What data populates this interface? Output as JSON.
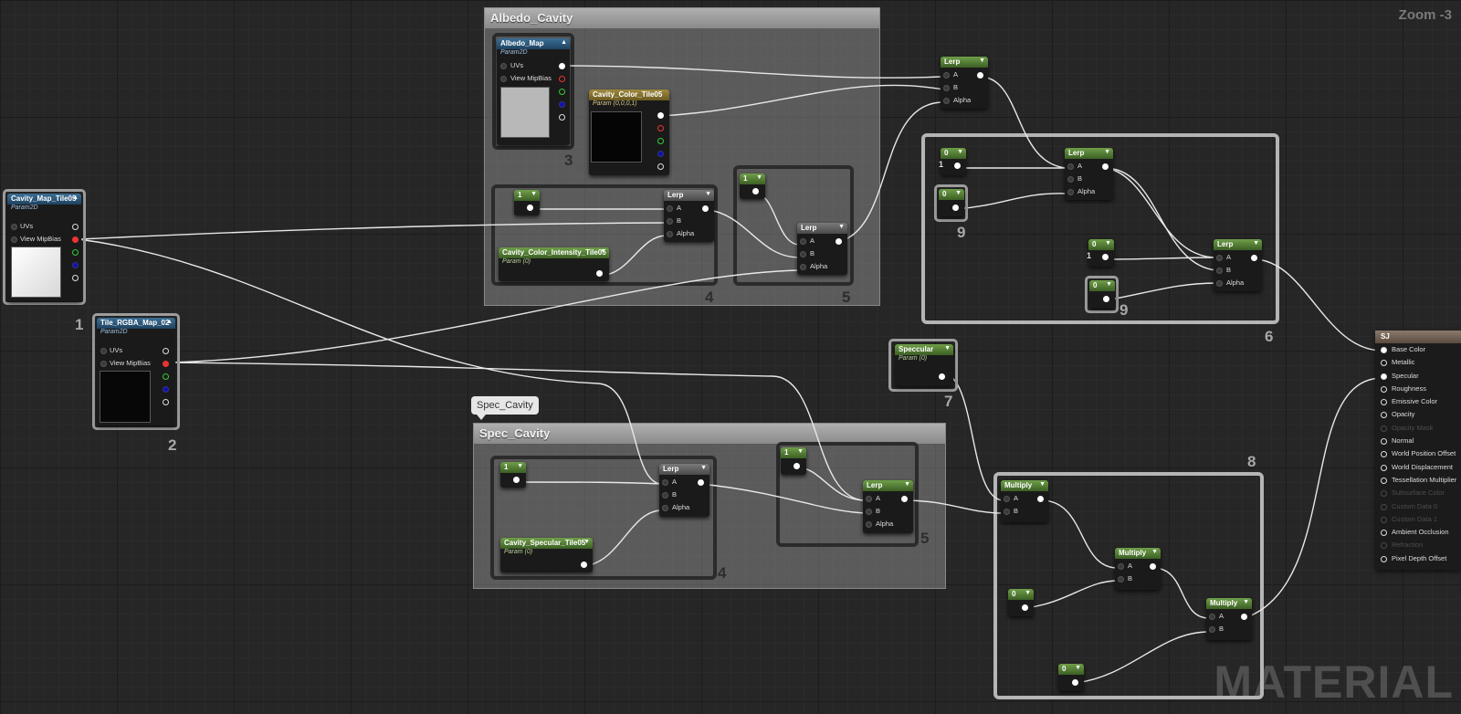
{
  "viewport": {
    "zoom_label": "Zoom -3",
    "watermark": "MATERIAL"
  },
  "comments": {
    "albedo": {
      "title": "Albedo_Cavity"
    },
    "spec": {
      "title": "Spec_Cavity",
      "bubble": "Spec_Cavity"
    }
  },
  "frame_labels": {
    "f1": "1",
    "f2": "2",
    "f3": "3",
    "f4a": "4",
    "f5a": "5",
    "f6": "6",
    "f7": "7",
    "f8": "8",
    "f9a": "9",
    "f9b": "9",
    "f4b": "4",
    "f5b": "5"
  },
  "pins": {
    "uvs": "UVs",
    "mip": "View MipBias",
    "a": "A",
    "b": "B",
    "alpha": "Alpha"
  },
  "nodes": {
    "cavity_map": {
      "title": "Cavity_Map_Tile05",
      "sub": "Param2D"
    },
    "tile_rgba": {
      "title": "Tile_RGBA_Map_02",
      "sub": "Param2D"
    },
    "albedo_map": {
      "title": "Albedo_Map",
      "sub": "Param2D"
    },
    "cavity_color": {
      "title": "Cavity_Color_Tile05",
      "sub": "Param (0,0,0,1)"
    },
    "cavity_intensity": {
      "title": "Cavity_Color_Intensity_Tile05",
      "sub": "Param (0)"
    },
    "cavity_specular": {
      "title": "Cavity_Specular_Tile05",
      "sub": "Param (0)"
    },
    "speccular": {
      "title": "Speccular",
      "sub": "Param (0)"
    },
    "lerp_label": "Lerp",
    "multiply_label": "Multiply",
    "const": {
      "c_alb4": "1",
      "c_alb5": "1",
      "c_spec4": "1",
      "c_spec5": "1",
      "c6a": "0",
      "c6a_val": "1",
      "c6b": "0",
      "c6c": "0",
      "c6c_val": "1",
      "c6d": "0",
      "c8a": "0",
      "c8b": "0"
    }
  },
  "result_node": {
    "title": "SJ",
    "inputs": [
      {
        "label": "Base Color",
        "enabled": true,
        "connected": true
      },
      {
        "label": "Metallic",
        "enabled": true,
        "connected": false
      },
      {
        "label": "Specular",
        "enabled": true,
        "connected": true
      },
      {
        "label": "Roughness",
        "enabled": true,
        "connected": false
      },
      {
        "label": "Emissive Color",
        "enabled": true,
        "connected": false
      },
      {
        "label": "Opacity",
        "enabled": true,
        "connected": false
      },
      {
        "label": "Opacity Mask",
        "enabled": false,
        "connected": false
      },
      {
        "label": "Normal",
        "enabled": true,
        "connected": false
      },
      {
        "label": "World Position Offset",
        "enabled": true,
        "connected": false
      },
      {
        "label": "World Displacement",
        "enabled": true,
        "connected": false
      },
      {
        "label": "Tessellation Multiplier",
        "enabled": true,
        "connected": false
      },
      {
        "label": "Subsurface Color",
        "enabled": false,
        "connected": false
      },
      {
        "label": "Custom Data 0",
        "enabled": false,
        "connected": false
      },
      {
        "label": "Custom Data 1",
        "enabled": false,
        "connected": false
      },
      {
        "label": "Ambient Occlusion",
        "enabled": true,
        "connected": false
      },
      {
        "label": "Refraction",
        "enabled": false,
        "connected": false
      },
      {
        "label": "Pixel Depth Offset",
        "enabled": true,
        "connected": false
      }
    ]
  },
  "colors": {
    "background": "#262626",
    "wire": "#e8e8e8",
    "param_header": "#3b6f96",
    "scalar_header": "#6f9f48",
    "vector_header": "#a08a3e",
    "red_pin": "#e33"
  }
}
